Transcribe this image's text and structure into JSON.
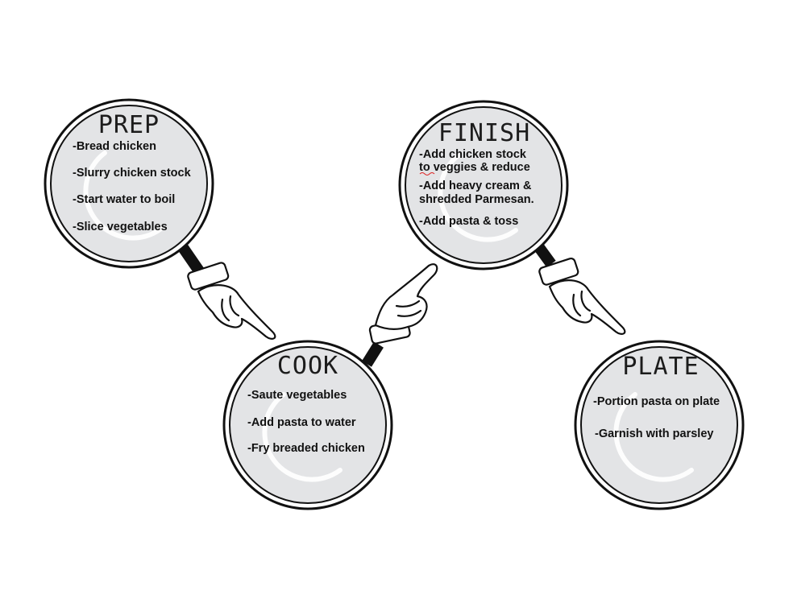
{
  "stages": [
    {
      "id": "prep",
      "title": "PREP",
      "steps": [
        "-Bread chicken",
        "-Slurry chicken stock",
        "-Start water to boil",
        "-Slice vegetables"
      ]
    },
    {
      "id": "cook",
      "title": "COOK",
      "steps": [
        "-Saute vegetables",
        "-Add pasta to water",
        "-Fry breaded chicken"
      ]
    },
    {
      "id": "finish",
      "title": "FINISH",
      "steps": [
        "-Add chicken stock",
        "to veggies & reduce",
        "-Add heavy cream &",
        "shredded Parmesan.",
        "-Add pasta & toss"
      ]
    },
    {
      "id": "plate",
      "title": "PLATE",
      "steps": [
        "-Portion pasta on plate",
        "-Garnish with parsley"
      ]
    }
  ],
  "colors": {
    "plate_fill": "#e3e4e6",
    "rim": "#111111",
    "text": "#111111",
    "glove": "#ffffff",
    "shine": "#ffffff"
  }
}
